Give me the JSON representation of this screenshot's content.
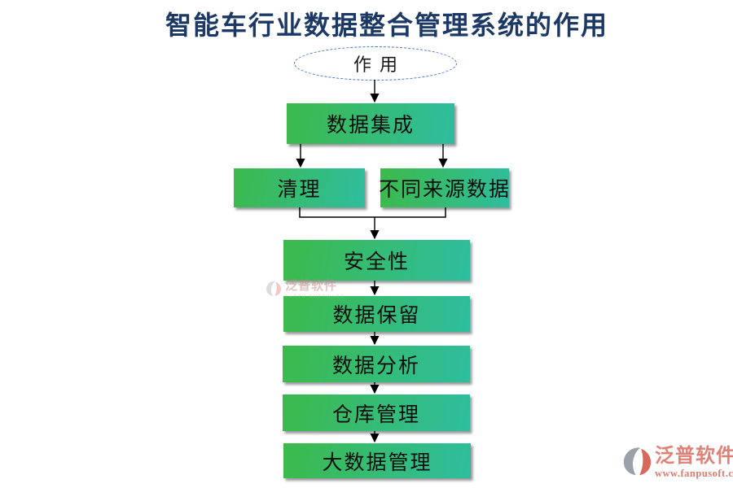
{
  "title": "智能车行业数据整合管理系统的作用",
  "flowchart": {
    "root_label": "作用",
    "nodes": [
      {
        "id": "data-integration",
        "label": "数据集成"
      },
      {
        "id": "cleaning",
        "label": "清理"
      },
      {
        "id": "different-source-data",
        "label": "不同来源数据"
      },
      {
        "id": "security",
        "label": "安全性"
      },
      {
        "id": "data-retention",
        "label": "数据保留"
      },
      {
        "id": "data-analysis",
        "label": "数据分析"
      },
      {
        "id": "warehouse-management",
        "label": "仓库管理"
      },
      {
        "id": "big-data-management",
        "label": "大数据管理"
      }
    ],
    "colors": {
      "box_gradient_start": "#3cba4b",
      "box_gradient_end": "#2ebd9f",
      "ellipse_border": "#4472c4",
      "title_color": "#1c3864",
      "arrow_color": "#000000"
    }
  },
  "watermark": {
    "text": "泛普软件",
    "subtext": "FANPU SOFTWARE"
  },
  "footer_logo": {
    "brand": "泛普软件",
    "url": "www.fanpusoft.com",
    "brand_color": "#de8278"
  }
}
